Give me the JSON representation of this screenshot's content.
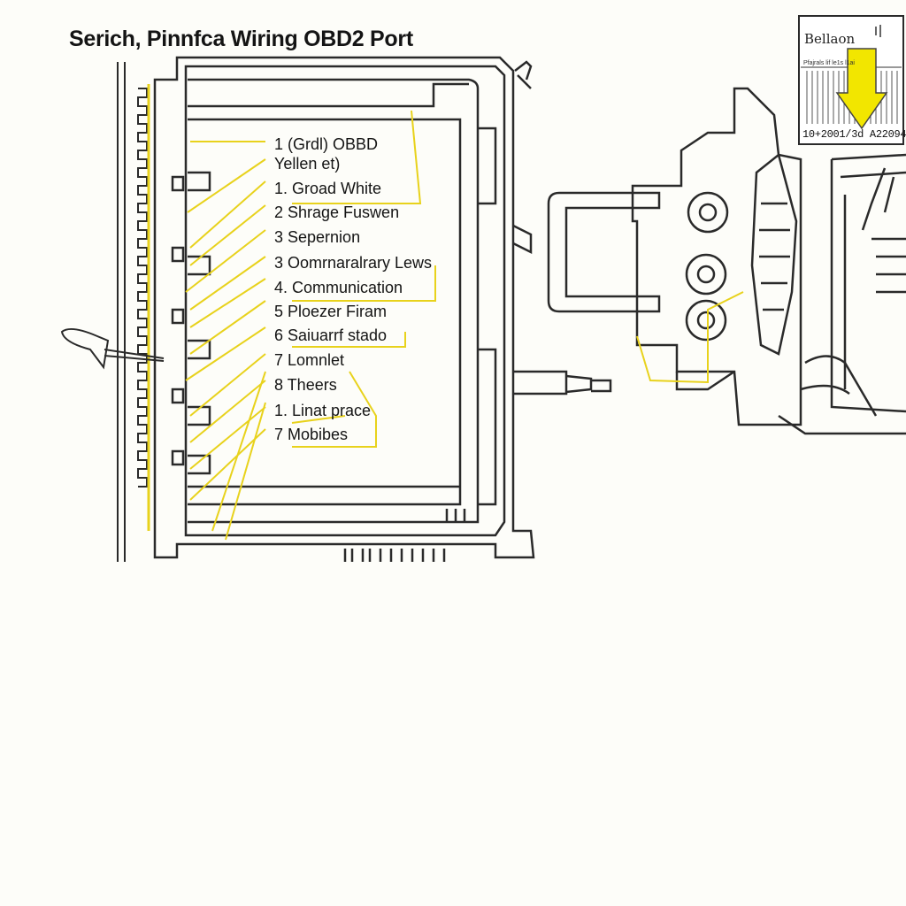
{
  "title": "Serich, Pinnfca Wiring OBD2 Port",
  "pin_labels": [
    "1 (Grdl) OBBD",
    "Yellen et)",
    "1. Groad White",
    "2  Shrage Fuswen",
    "3  Sepernion",
    "3  Oomrnaralrary Lews",
    "4. Communication",
    "5  Ploezer Firam",
    "6  Saiuarrf stado",
    "7  Lomnlet",
    "8  Theers",
    "1. Linat prace",
    "7  Mobibes"
  ],
  "legend": {
    "title": "Bellaon",
    "small_text": "Pfajrals  lif le1s  l1ai",
    "code": "10+2001/3d A22094"
  },
  "colors": {
    "wire": "#e8d21c",
    "line": "#2a2a2a",
    "arrow": "#f2e600"
  }
}
